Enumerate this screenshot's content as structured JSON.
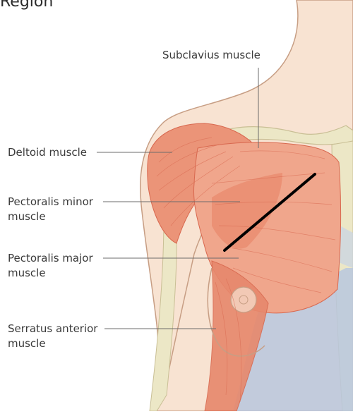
{
  "title": "Region",
  "labels": {
    "subclavius": "Subclavius muscle",
    "deltoid": "Deltoid muscle",
    "pec_minor_1": "Pectoralis minor",
    "pec_minor_2": "muscle",
    "pec_major_1": "Pectoralis major",
    "pec_major_2": "muscle",
    "serratus_1": "Serratus anterior",
    "serratus_2": "muscle"
  },
  "colors": {
    "skin": "#f8e3d2",
    "skin_outline": "#c79e84",
    "muscle": "#eb9478",
    "muscle_light": "#f3b39a",
    "muscle_dark": "#d8684f",
    "bone": "#ece7c6",
    "bone_outline": "#c9bf95",
    "fascia_blue": "#b9c7de",
    "leader_line": "#6b6b6b",
    "incision": "#000000"
  }
}
